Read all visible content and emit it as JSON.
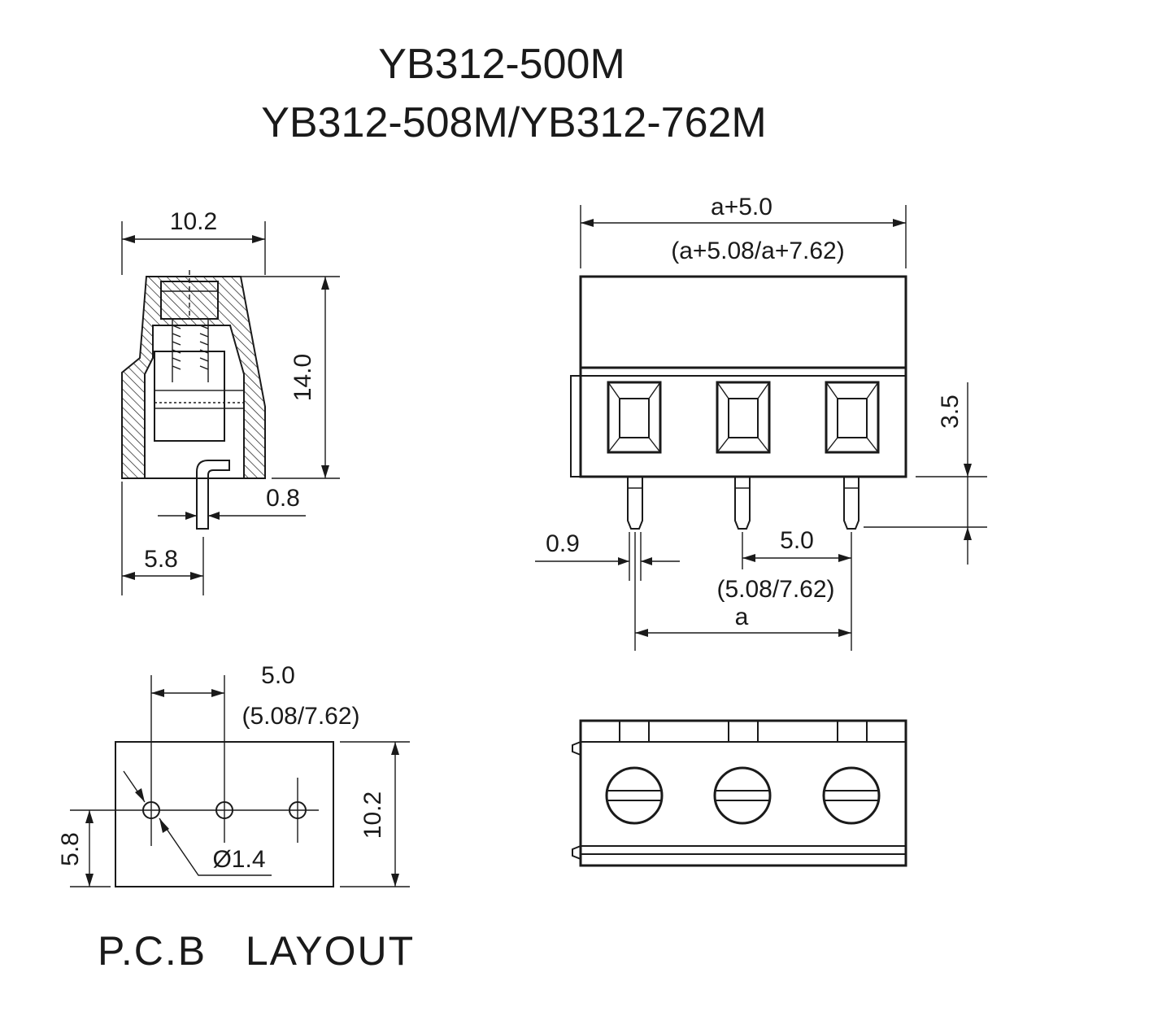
{
  "title": {
    "line1": "YB312-500M",
    "line2": "YB312-508M/YB312-762M"
  },
  "side_view": {
    "width": "10.2",
    "height": "14.0",
    "pin_width": "0.8",
    "pin_offset": "5.8"
  },
  "front_view": {
    "overall_length": "a+5.0",
    "overall_length_alt": "(a+5.08/a+7.62)",
    "pin_length": "3.5",
    "pin_width": "0.9",
    "pitch": "5.0",
    "pitch_alt": "(5.08/7.62)",
    "span": "a"
  },
  "pcb_layout": {
    "pitch": "5.0",
    "pitch_alt": "(5.08/7.62)",
    "hole_diameter": "Ø1.4",
    "height": "10.2",
    "row_offset": "5.8",
    "caption": "P.C.B   LAYOUT"
  }
}
